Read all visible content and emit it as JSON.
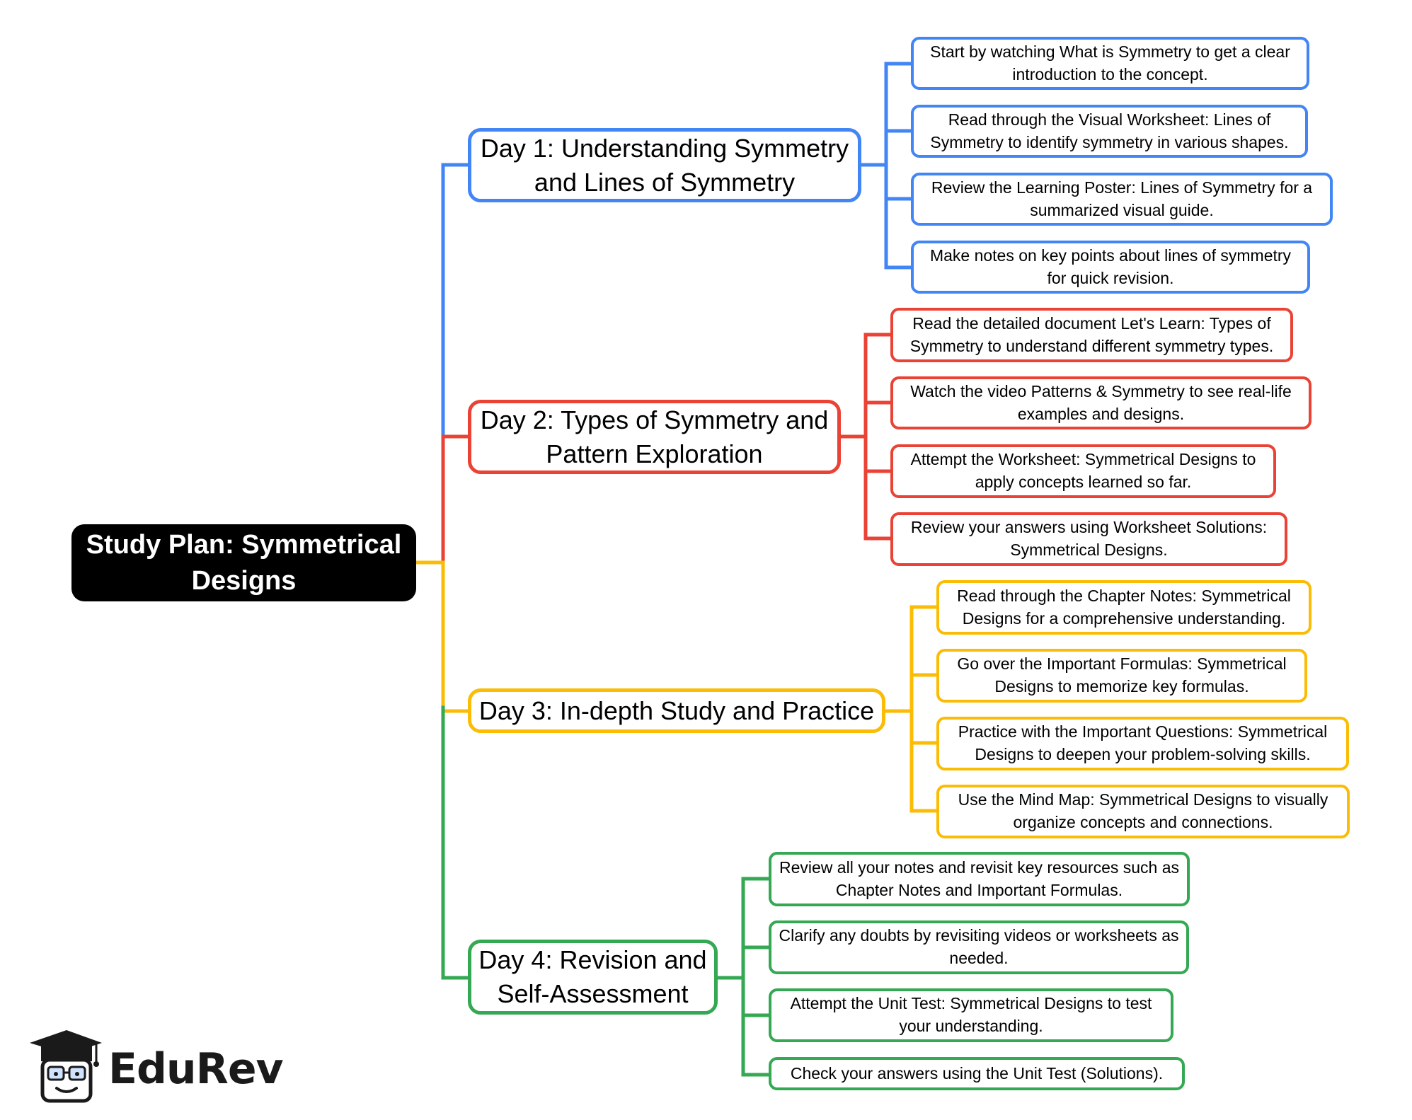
{
  "root": {
    "label": "Study Plan: Symmetrical Designs"
  },
  "colors": {
    "day1": "#4285f4",
    "day2": "#ea4335",
    "day3": "#fbbc05",
    "day4": "#34a853",
    "root": "#000000"
  },
  "days": [
    {
      "label": "Day 1: Understanding Symmetry and Lines of Symmetry",
      "tasks": [
        "Start by watching What is Symmetry to get a clear introduction to the concept.",
        "Read through the Visual Worksheet: Lines of Symmetry to identify symmetry in various shapes.",
        "Review the Learning Poster: Lines of Symmetry for a summarized visual guide.",
        "Make notes on key points about lines of symmetry for quick revision."
      ]
    },
    {
      "label": "Day 2: Types of Symmetry and Pattern Exploration",
      "tasks": [
        "Read the detailed document Let's Learn: Types of Symmetry to understand different symmetry types.",
        "Watch the video Patterns & Symmetry to see real-life examples and designs.",
        "Attempt the Worksheet: Symmetrical Designs to apply concepts learned so far.",
        "Review your answers using Worksheet Solutions: Symmetrical Designs."
      ]
    },
    {
      "label": "Day 3: In-depth Study and Practice",
      "tasks": [
        "Read through the Chapter Notes: Symmetrical Designs for a comprehensive understanding.",
        "Go over the Important Formulas: Symmetrical Designs to memorize key formulas.",
        "Practice with the Important Questions: Symmetrical Designs to deepen your problem-solving skills.",
        "Use the Mind Map: Symmetrical Designs to visually organize concepts and connections."
      ]
    },
    {
      "label": "Day 4: Revision and Self-Assessment",
      "tasks": [
        "Review all your notes and revisit key resources such as Chapter Notes and Important Formulas.",
        "Clarify any doubts by revisiting videos or worksheets as needed.",
        "Attempt the Unit Test: Symmetrical Designs to test your understanding.",
        "Check your answers using the Unit Test (Solutions)."
      ]
    }
  ],
  "logo": {
    "text": "EduRev",
    "icon": "graduation-cap-mascot-icon"
  }
}
